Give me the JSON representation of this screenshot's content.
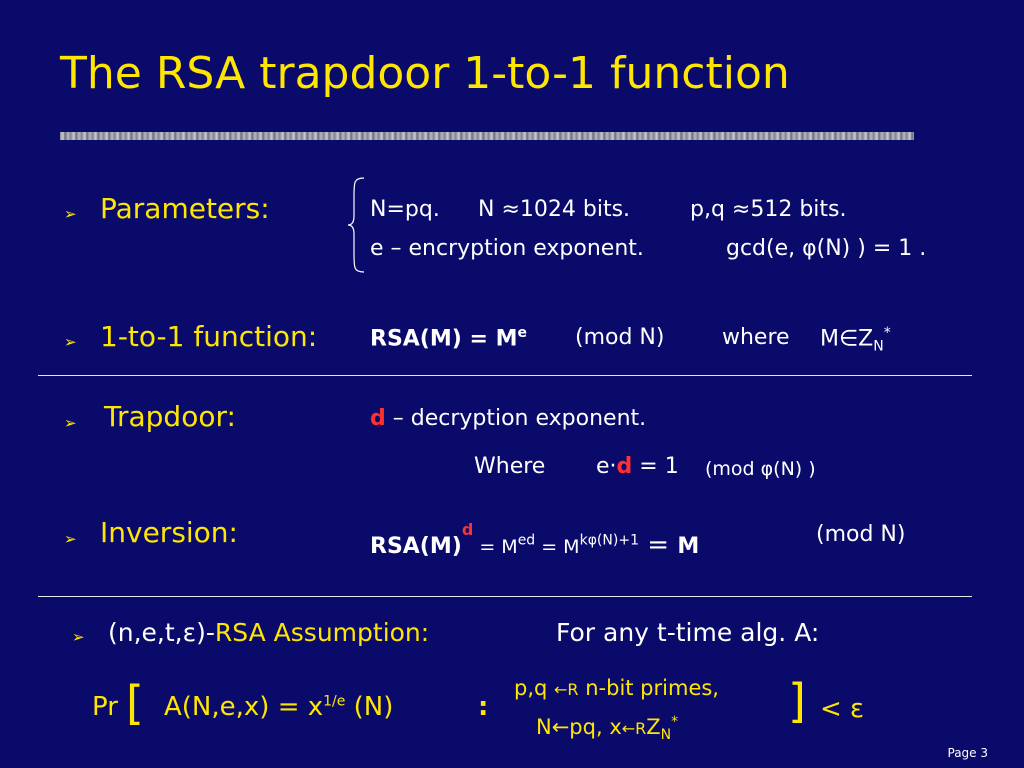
{
  "slide": {
    "title": "The RSA trapdoor 1-to-1 function",
    "page": "Page 3",
    "bullet_glyph": "➢"
  },
  "params": {
    "label": "Parameters:",
    "line1_a": "N=pq.",
    "line1_b": "N ≈1024 bits.",
    "line1_c": "p,q ≈512 bits.",
    "line2_a": "e – encryption exponent.",
    "line2_b": "gcd(e, φ(N) ) = 1 ."
  },
  "onetoone": {
    "label": "1-to-1 function:",
    "expr": "RSA(M) = M",
    "expr_sup": "e",
    "mod": "(mod N)",
    "where": "where",
    "member": "M∈Z",
    "member_sub": "N",
    "member_sup": "*"
  },
  "trapdoor": {
    "label": "Trapdoor:",
    "d": "d",
    "desc": " – decryption exponent.",
    "where": "Where",
    "ed_e": "e·",
    "ed_d": "d",
    "ed_eq": " = 1",
    "mod": "(mod φ(N) )"
  },
  "inversion": {
    "label": "Inversion:",
    "base": "RSA(M)",
    "base_sup": "d",
    "eq1": " = M",
    "eq1_sup": "ed",
    "eq2": " = M",
    "eq2_sup": "kφ(N)+1",
    "eq3": " = ",
    "eq3_M": "M",
    "mod": "(mod N)"
  },
  "assumption": {
    "label_a": "(n,e,t,ε)-",
    "label_b": "RSA Assumption:",
    "for_any": "For any t-time alg. A:",
    "pr": "Pr",
    "lbrack": "[",
    "lhs": "A(N,e,x) = x",
    "lhs_sup": "1/e",
    "lhs_tail": " (N)",
    "colon": ":",
    "cond1_a": "p,q ",
    "cond1_arrow": "←R",
    "cond1_b": " n-bit primes,",
    "cond2_a": "N←pq,   x",
    "cond2_arrow": "←R",
    "cond2_z": "Z",
    "cond2_sub": "N",
    "cond2_sup": "*",
    "rbrack": "]",
    "lt": "< ε"
  }
}
